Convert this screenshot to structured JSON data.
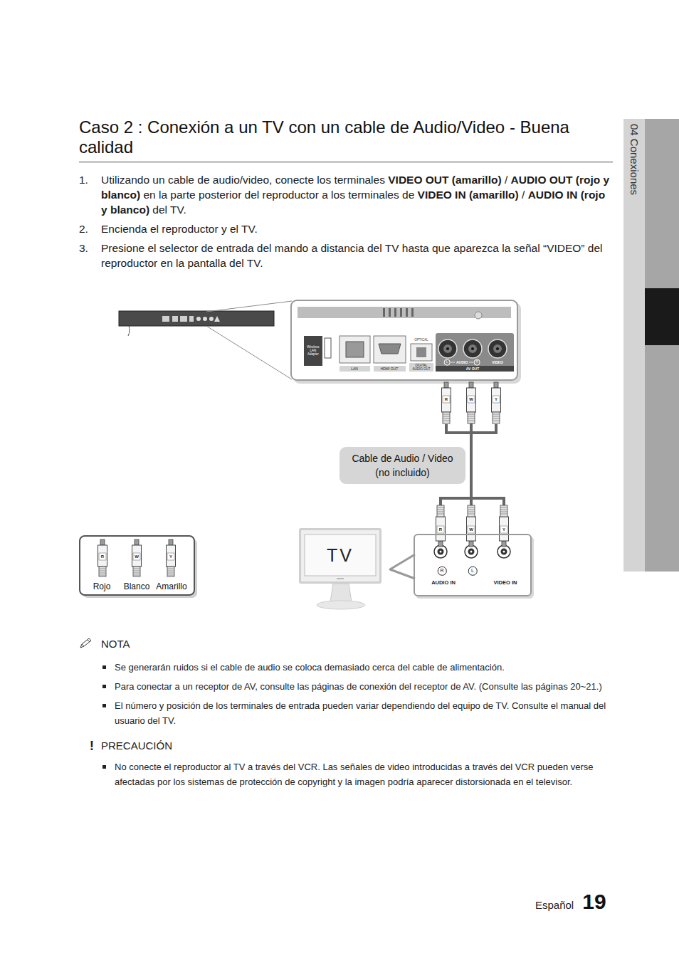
{
  "diagram": {
    "title": "Caso 2 : Conexión a un TV con un cable de Audio/Video - Buena calidad",
    "nodes": [
      {
        "text": [
          "Wireless LAN Adapter",
          "LAN",
          "HDMI OUT",
          "OPTICAL",
          "DIGITAL AUDIO OUT",
          "L",
          "AUDIO",
          "R",
          "VIDEO",
          "AV OUT"
        ]
      },
      {
        "text": [
          "Cable de Audio / Video (no incluido)"
        ]
      },
      {
        "text": [
          "R",
          "L",
          "AUDIO IN",
          "VIDEO IN"
        ]
      },
      {
        "text": [
          "TV"
        ]
      }
    ],
    "edges": [
      {
        "from": 0,
        "to": 2,
        "arrow": "none"
      }
    ],
    "labels": [
      "1.",
      "Utilizando un cable de audio/video, conecte los terminales",
      "VIDEO OUT (amarillo)",
      "/",
      "AUDIO OUT (rojo y blanco)",
      "en la parte posterior del reproductor a los terminales de",
      "VIDEO IN (amarillo)",
      "/",
      "AUDIO IN (rojo y blanco)",
      "del TV.",
      "2.",
      "Encienda el reproductor y el TV.",
      "3.",
      "Presione el selector de entrada del mando a distancia del TV hasta que aparezca la señal “VIDEO” del reproductor en la pantalla del TV.",
      "NOTA",
      "Se generarán ruidos si el cable de audio se coloca demasiado cerca del cable de alimentación.",
      "Para conectar a un receptor de AV, consulte las páginas de conexión del receptor de AV. (Consulte las páginas 20~21.)",
      "El número y posición de los terminales de entrada pueden variar dependiendo del equipo de TV. Consulte el manual del usuario del TV.",
      "!",
      "PRECAUCIÓN",
      "No conecte el reproductor al TV a través del VCR. Las señales de video introducidas a través del VCR pueden verse afectadas por los sistemas de protección de copyright y la imagen podría aparecer distorsionada en el televisor.",
      "04 Conexiones",
      "Español",
      "19",
      "R",
      "W",
      "Y",
      "R",
      "W",
      "Y",
      "R",
      "W",
      "Y"
    ],
    "legend": [
      {
        "text": "Rojo"
      },
      {
        "text": "Blanco"
      },
      {
        "text": "Amarillo"
      }
    ]
  }
}
